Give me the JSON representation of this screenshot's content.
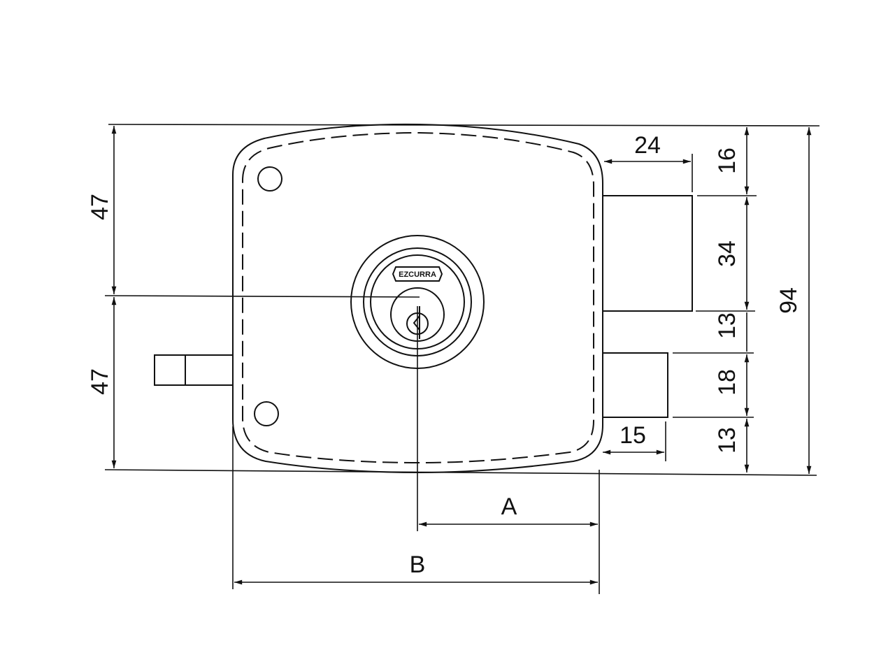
{
  "title": "Lock technical drawing",
  "brand": "EZCURRA",
  "dimensions": {
    "left_upper": "47",
    "left_lower": "47",
    "bolt_width": "24",
    "latch_width": "15",
    "right_16": "16",
    "right_34": "34",
    "right_13_upper": "13",
    "right_18": "18",
    "right_13_lower": "13",
    "total_height": "94",
    "backset_a": "A",
    "width_b": "B"
  }
}
